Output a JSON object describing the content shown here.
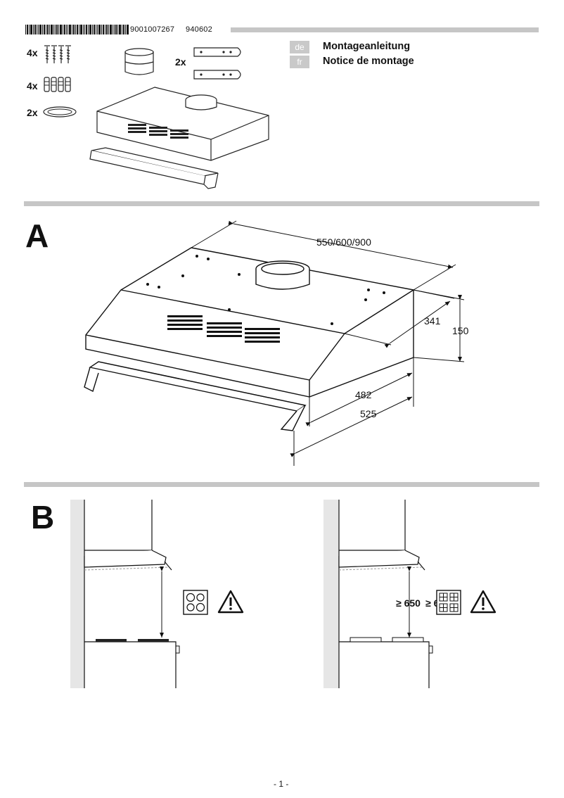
{
  "header": {
    "article_number": "9001007267",
    "date_code": "940602"
  },
  "parts": {
    "screws_qty": "4x",
    "plugs_qty": "4x",
    "rings_qty": "2x",
    "brackets_qty": "2x"
  },
  "languages": [
    {
      "code": "de",
      "title": "Montageanleitung"
    },
    {
      "code": "fr",
      "title": "Notice de montage"
    }
  ],
  "section_a": {
    "letter": "A",
    "dims": {
      "width": "550/600/900",
      "depth_top": "341",
      "height": "150",
      "depth_inner": "482",
      "depth_outer": "525"
    }
  },
  "section_b": {
    "letter": "B",
    "min_distance_1": "≥ 650",
    "min_distance_2": "≥ 650"
  },
  "footer": {
    "page": "- 1 -"
  }
}
